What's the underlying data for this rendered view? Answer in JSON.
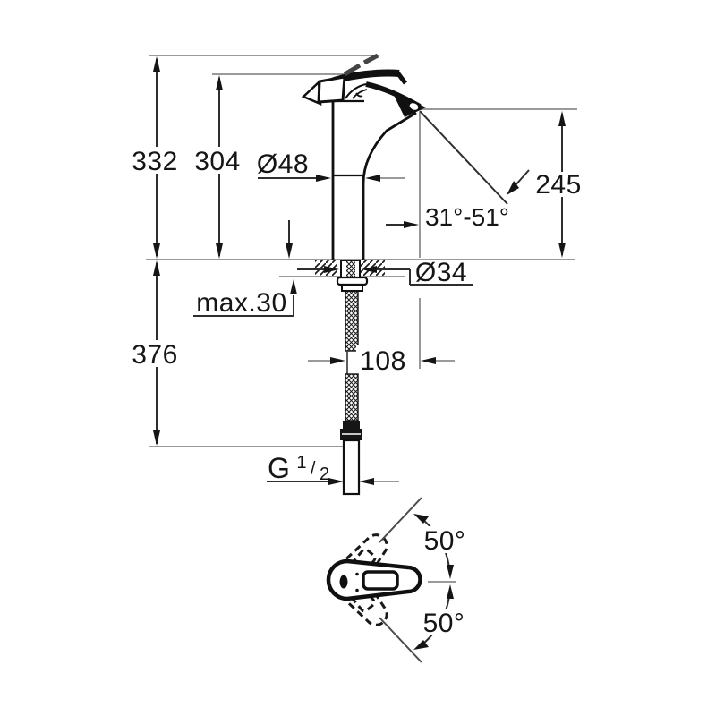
{
  "drawing_type": "faucet-installation-dimension-drawing",
  "dimensions": {
    "overall_height": "332",
    "height_to_lever": "304",
    "body_diameter": "Ø48",
    "spout_height": "245",
    "spray_angle_range": "31°-51°",
    "hole_diameter": "Ø34",
    "max_mounting_thickness": "max.30",
    "below_deck_length": "376",
    "spout_reach": "108",
    "thread": {
      "letter": "G",
      "numerator": "1",
      "slash": "/",
      "denominator": "2"
    },
    "swivel_upper": "50°",
    "swivel_lower": "50°"
  },
  "colors": {
    "background": "#ffffff",
    "drawing_line": "#101010",
    "dimension_line": "#2e2e2e",
    "extension_line": "#8c8c8c",
    "text": "#151515"
  }
}
